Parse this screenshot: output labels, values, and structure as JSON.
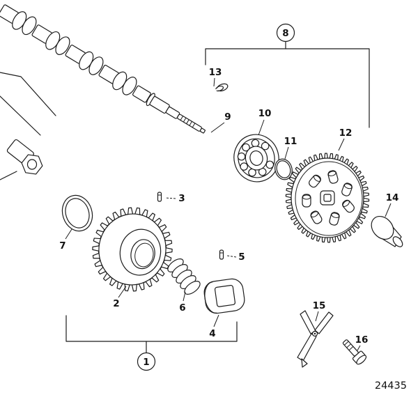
{
  "figure": {
    "part_number": "24435",
    "callouts": [
      "1",
      "2",
      "3",
      "4",
      "5",
      "6",
      "7",
      "8",
      "9",
      "10",
      "11",
      "12",
      "13",
      "14",
      "15",
      "16"
    ]
  }
}
